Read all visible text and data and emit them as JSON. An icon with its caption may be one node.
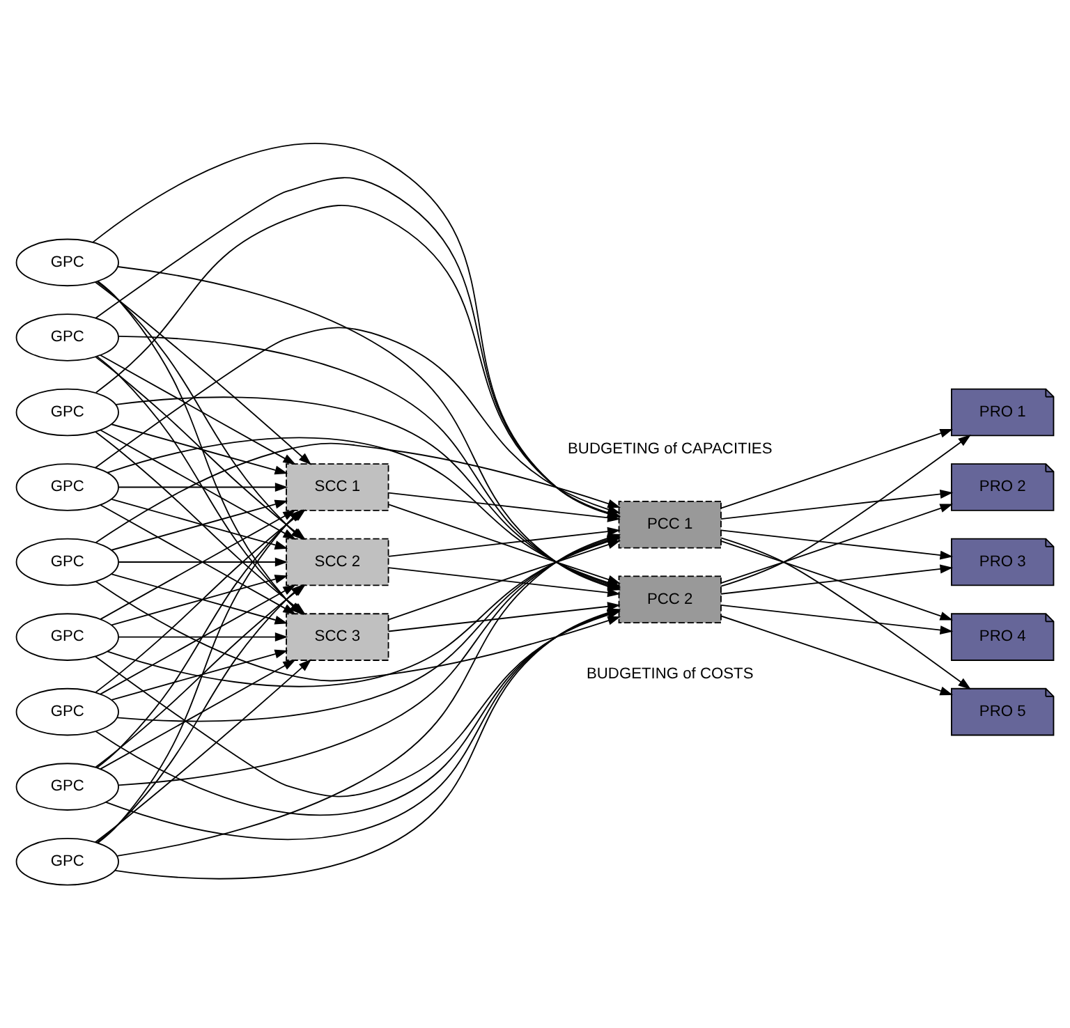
{
  "diagram": {
    "nodes": [
      {
        "text": [
          "GPC"
        ]
      },
      {
        "text": [
          "GPC"
        ]
      },
      {
        "text": [
          "GPC"
        ]
      },
      {
        "text": [
          "GPC"
        ]
      },
      {
        "text": [
          "GPC"
        ]
      },
      {
        "text": [
          "GPC"
        ]
      },
      {
        "text": [
          "GPC"
        ]
      },
      {
        "text": [
          "GPC"
        ]
      },
      {
        "text": [
          "GPC"
        ]
      },
      {
        "text": [
          "SCC 1"
        ]
      },
      {
        "text": [
          "SCC 2"
        ]
      },
      {
        "text": [
          "SCC 3"
        ]
      },
      {
        "text": [
          "PCC 1"
        ]
      },
      {
        "text": [
          "PCC 2"
        ]
      },
      {
        "text": [
          "PRO 1"
        ]
      },
      {
        "text": [
          "PRO 2"
        ]
      },
      {
        "text": [
          "PRO 3"
        ]
      },
      {
        "text": [
          "PRO 4"
        ]
      },
      {
        "text": [
          "PRO 5"
        ]
      }
    ],
    "edges": [
      {
        "from": 0,
        "to": 9,
        "arrow": "to"
      },
      {
        "from": 0,
        "to": 10,
        "arrow": "to"
      },
      {
        "from": 0,
        "to": 11,
        "arrow": "to"
      },
      {
        "from": 1,
        "to": 9,
        "arrow": "to"
      },
      {
        "from": 1,
        "to": 10,
        "arrow": "to"
      },
      {
        "from": 1,
        "to": 11,
        "arrow": "to"
      },
      {
        "from": 2,
        "to": 9,
        "arrow": "to"
      },
      {
        "from": 2,
        "to": 10,
        "arrow": "to"
      },
      {
        "from": 2,
        "to": 11,
        "arrow": "to"
      },
      {
        "from": 3,
        "to": 9,
        "arrow": "to"
      },
      {
        "from": 3,
        "to": 10,
        "arrow": "to"
      },
      {
        "from": 3,
        "to": 11,
        "arrow": "to"
      },
      {
        "from": 4,
        "to": 9,
        "arrow": "to"
      },
      {
        "from": 4,
        "to": 10,
        "arrow": "to"
      },
      {
        "from": 4,
        "to": 11,
        "arrow": "to"
      },
      {
        "from": 5,
        "to": 9,
        "arrow": "to"
      },
      {
        "from": 5,
        "to": 10,
        "arrow": "to"
      },
      {
        "from": 5,
        "to": 11,
        "arrow": "to"
      },
      {
        "from": 6,
        "to": 9,
        "arrow": "to"
      },
      {
        "from": 6,
        "to": 10,
        "arrow": "to"
      },
      {
        "from": 6,
        "to": 11,
        "arrow": "to"
      },
      {
        "from": 7,
        "to": 9,
        "arrow": "to"
      },
      {
        "from": 7,
        "to": 10,
        "arrow": "to"
      },
      {
        "from": 7,
        "to": 11,
        "arrow": "to"
      },
      {
        "from": 8,
        "to": 9,
        "arrow": "to"
      },
      {
        "from": 8,
        "to": 10,
        "arrow": "to"
      },
      {
        "from": 8,
        "to": 11,
        "arrow": "to"
      },
      {
        "from": 0,
        "to": 12,
        "arrow": "to"
      },
      {
        "from": 0,
        "to": 13,
        "arrow": "to"
      },
      {
        "from": 1,
        "to": 12,
        "arrow": "to"
      },
      {
        "from": 1,
        "to": 13,
        "arrow": "to"
      },
      {
        "from": 2,
        "to": 12,
        "arrow": "to"
      },
      {
        "from": 2,
        "to": 13,
        "arrow": "to"
      },
      {
        "from": 3,
        "to": 12,
        "arrow": "to"
      },
      {
        "from": 3,
        "to": 13,
        "arrow": "to"
      },
      {
        "from": 4,
        "to": 12,
        "arrow": "to"
      },
      {
        "from": 4,
        "to": 13,
        "arrow": "to"
      },
      {
        "from": 5,
        "to": 12,
        "arrow": "to"
      },
      {
        "from": 5,
        "to": 13,
        "arrow": "to"
      },
      {
        "from": 6,
        "to": 12,
        "arrow": "to"
      },
      {
        "from": 6,
        "to": 13,
        "arrow": "to"
      },
      {
        "from": 7,
        "to": 12,
        "arrow": "to"
      },
      {
        "from": 7,
        "to": 13,
        "arrow": "to"
      },
      {
        "from": 8,
        "to": 12,
        "arrow": "to"
      },
      {
        "from": 8,
        "to": 13,
        "arrow": "to"
      },
      {
        "from": 9,
        "to": 12,
        "arrow": "to"
      },
      {
        "from": 9,
        "to": 13,
        "arrow": "to"
      },
      {
        "from": 10,
        "to": 12,
        "arrow": "to"
      },
      {
        "from": 10,
        "to": 13,
        "arrow": "to"
      },
      {
        "from": 11,
        "to": 12,
        "arrow": "to"
      },
      {
        "from": 11,
        "to": 13,
        "arrow": "to"
      },
      {
        "from": 12,
        "to": 14,
        "arrow": "to"
      },
      {
        "from": 12,
        "to": 15,
        "arrow": "to"
      },
      {
        "from": 12,
        "to": 16,
        "arrow": "to"
      },
      {
        "from": 12,
        "to": 17,
        "arrow": "to"
      },
      {
        "from": 12,
        "to": 18,
        "arrow": "to"
      },
      {
        "from": 13,
        "to": 14,
        "arrow": "to"
      },
      {
        "from": 13,
        "to": 15,
        "arrow": "to"
      },
      {
        "from": 13,
        "to": 16,
        "arrow": "to"
      },
      {
        "from": 13,
        "to": 17,
        "arrow": "to"
      },
      {
        "from": 13,
        "to": 18,
        "arrow": "to"
      }
    ],
    "labels": [
      "BUDGETING of CAPACITIES",
      "BUDGETING of COSTS"
    ]
  }
}
